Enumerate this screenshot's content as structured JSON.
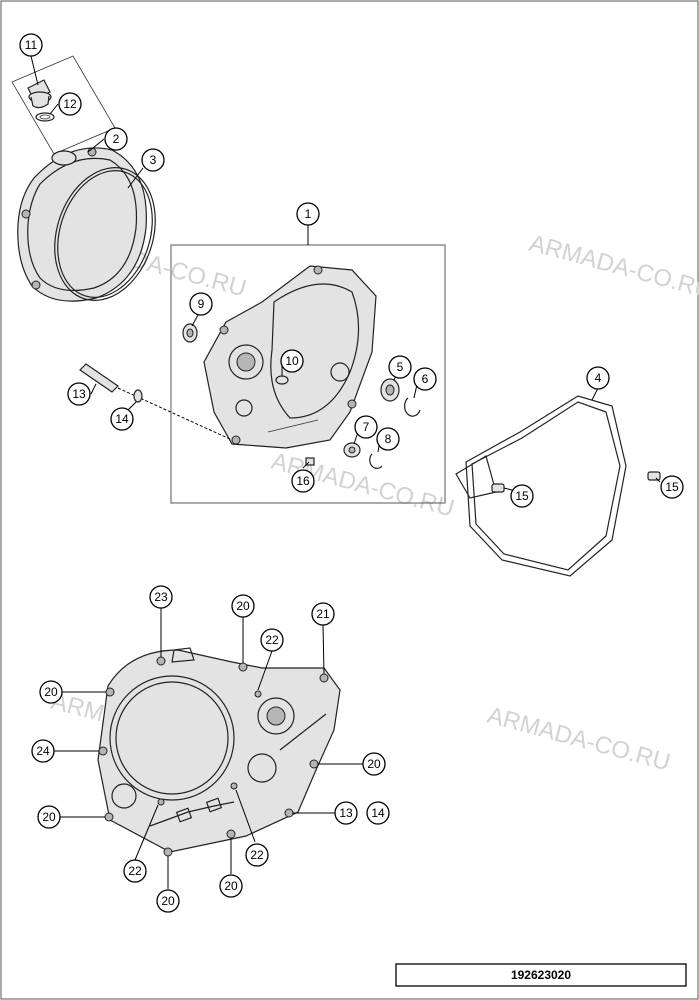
{
  "watermark_text": "ARMADA-CO.RU",
  "diagram_id": "192623020",
  "callouts": [
    {
      "label": "11"
    },
    {
      "label": "12"
    },
    {
      "label": "2"
    },
    {
      "label": "3"
    },
    {
      "label": "1"
    },
    {
      "label": "9"
    },
    {
      "label": "10"
    },
    {
      "label": "5"
    },
    {
      "label": "6"
    },
    {
      "label": "7"
    },
    {
      "label": "8"
    },
    {
      "label": "16"
    },
    {
      "label": "13"
    },
    {
      "label": "14"
    },
    {
      "label": "4"
    },
    {
      "label": "15"
    },
    {
      "label": "15"
    },
    {
      "label": "23"
    },
    {
      "label": "20"
    },
    {
      "label": "21"
    },
    {
      "label": "22"
    },
    {
      "label": "20"
    },
    {
      "label": "24"
    },
    {
      "label": "20"
    },
    {
      "label": "20"
    },
    {
      "label": "13"
    },
    {
      "label": "14"
    },
    {
      "label": "22"
    },
    {
      "label": "22"
    },
    {
      "label": "20"
    },
    {
      "label": "20"
    }
  ]
}
